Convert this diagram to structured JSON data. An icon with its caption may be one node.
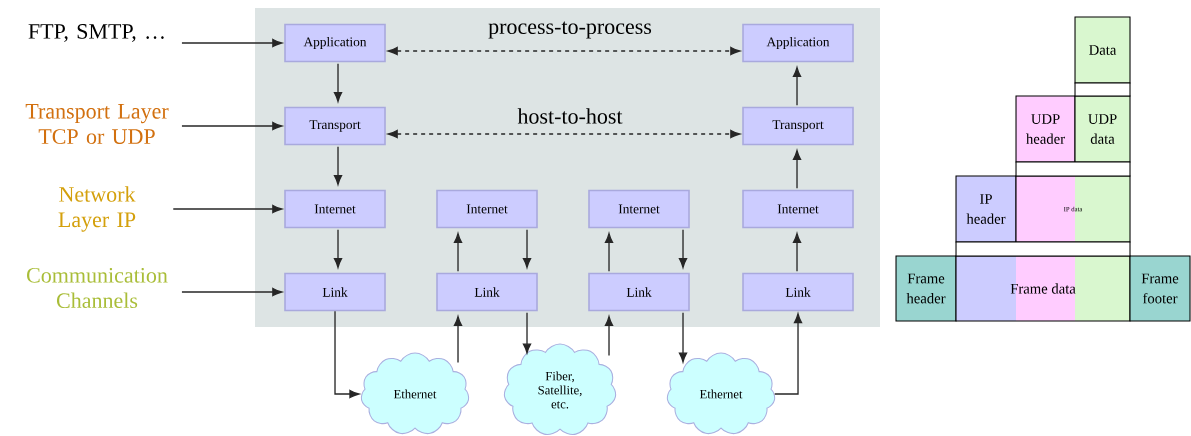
{
  "diagram": {
    "nodes": [
      {
        "text": [
          "FTP, SMTP, …"
        ]
      },
      {
        "text": [
          "Transport Layer TCP or UDP"
        ]
      },
      {
        "text": [
          "Network Layer IP"
        ]
      },
      {
        "text": [
          "Communication Channels"
        ]
      },
      {
        "text": [
          "Application"
        ]
      },
      {
        "text": [
          "Application"
        ]
      },
      {
        "text": [
          "Transport"
        ]
      },
      {
        "text": [
          "Transport"
        ]
      },
      {
        "text": [
          "Internet"
        ]
      },
      {
        "text": [
          "Internet"
        ]
      },
      {
        "text": [
          "Internet"
        ]
      },
      {
        "text": [
          "Internet"
        ]
      },
      {
        "text": [
          "Link"
        ]
      },
      {
        "text": [
          "Link"
        ]
      },
      {
        "text": [
          "Link"
        ]
      },
      {
        "text": [
          "Link"
        ]
      },
      {
        "text": [
          "Ethernet"
        ]
      },
      {
        "text": [
          "Fiber, Satellite, etc."
        ]
      },
      {
        "text": [
          "Ethernet"
        ]
      },
      {
        "text": [
          "Data"
        ]
      },
      {
        "text": [
          "UDP header"
        ]
      },
      {
        "text": [
          "UDP data"
        ]
      },
      {
        "text": [
          "IP header"
        ]
      },
      {
        "text": [
          "IP data"
        ]
      },
      {
        "text": [
          "Frame header"
        ]
      },
      {
        "text": [
          "Frame data"
        ]
      },
      {
        "text": [
          "Frame footer"
        ]
      },
      {
        "text": [],
        "shape": "box"
      },
      {
        "text": [],
        "shape": "box"
      },
      {
        "text": [],
        "shape": "box"
      }
    ],
    "edges": [
      {
        "from": 0,
        "to": 4,
        "arrow": "to"
      },
      {
        "from": 1,
        "to": 6,
        "arrow": "to"
      },
      {
        "from": 2,
        "to": 8,
        "arrow": "to"
      },
      {
        "from": 3,
        "to": 12,
        "arrow": "to"
      },
      {
        "from": 4,
        "to": 5,
        "arrow": "both",
        "style": "dashed",
        "label": "process-to-process"
      },
      {
        "from": 6,
        "to": 7,
        "arrow": "both",
        "style": "dashed",
        "label": "host-to-host"
      },
      {
        "from": 4,
        "to": 6,
        "arrow": "to"
      },
      {
        "from": 6,
        "to": 8,
        "arrow": "to"
      },
      {
        "from": 8,
        "to": 12,
        "arrow": "to"
      },
      {
        "from": 12,
        "to": 16,
        "arrow": "to"
      },
      {
        "from": 16,
        "to": 13,
        "arrow": "to"
      },
      {
        "from": 13,
        "to": 9,
        "arrow": "to"
      },
      {
        "from": 9,
        "to": 13,
        "arrow": "to"
      },
      {
        "from": 13,
        "to": 17,
        "arrow": "to"
      },
      {
        "from": 17,
        "to": 14,
        "arrow": "to"
      },
      {
        "from": 14,
        "to": 10,
        "arrow": "to"
      },
      {
        "from": 10,
        "to": 14,
        "arrow": "to"
      },
      {
        "from": 14,
        "to": 18,
        "arrow": "to"
      },
      {
        "from": 18,
        "to": 15,
        "arrow": "to"
      },
      {
        "from": 15,
        "to": 11,
        "arrow": "to"
      },
      {
        "from": 11,
        "to": 7,
        "arrow": "to"
      },
      {
        "from": 7,
        "to": 5,
        "arrow": "to"
      }
    ]
  }
}
